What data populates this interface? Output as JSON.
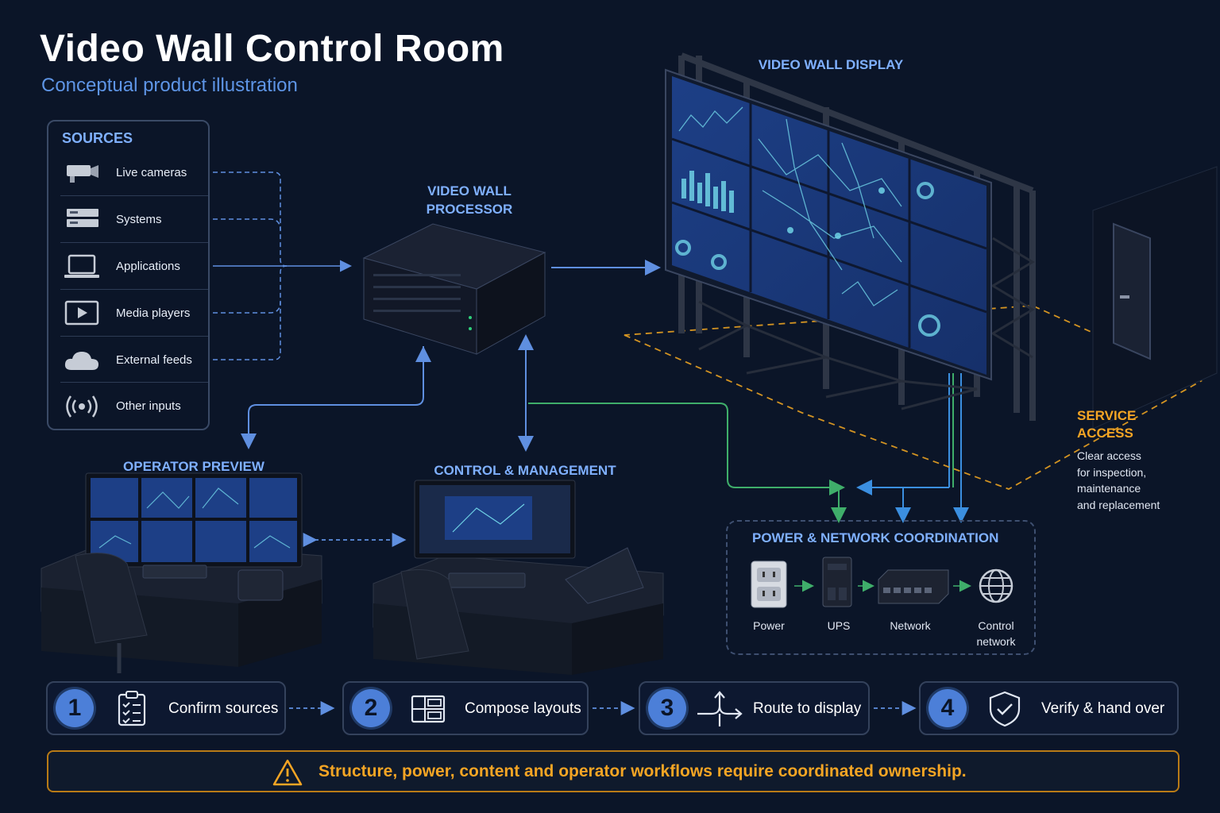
{
  "header": {
    "title": "Video Wall Control Room",
    "subtitle": "Conceptual product illustration"
  },
  "sources": {
    "heading": "SOURCES",
    "items": [
      {
        "label": "Live cameras",
        "icon": "camera-icon"
      },
      {
        "label": "Systems",
        "icon": "server-icon"
      },
      {
        "label": "Applications",
        "icon": "laptop-icon"
      },
      {
        "label": "Media players",
        "icon": "play-icon"
      },
      {
        "label": "External feeds",
        "icon": "cloud-icon"
      },
      {
        "label": "Other inputs",
        "icon": "broadcast-icon"
      }
    ]
  },
  "processor": {
    "label_line1": "VIDEO WALL",
    "label_line2": "PROCESSOR"
  },
  "wall": {
    "label": "VIDEO WALL DISPLAY"
  },
  "operator_preview": {
    "label": "OPERATOR PREVIEW"
  },
  "control": {
    "label": "CONTROL & MANAGEMENT"
  },
  "service": {
    "label_line1": "SERVICE",
    "label_line2": "ACCESS",
    "desc_lines": [
      "Clear access",
      "for inspection,",
      "maintenance",
      "and replacement"
    ]
  },
  "power_network": {
    "title": "POWER & NETWORK COORDINATION",
    "items": [
      {
        "label": "Power",
        "icon": "outlet-icon"
      },
      {
        "label": "UPS",
        "icon": "ups-icon"
      },
      {
        "label": "Network",
        "icon": "switch-icon"
      },
      {
        "label": "Control network",
        "label_line1": "Control",
        "label_line2": "network",
        "icon": "globe-icon"
      }
    ]
  },
  "steps": [
    {
      "num": "1",
      "label": "Confirm sources",
      "icon": "clipboard-icon"
    },
    {
      "num": "2",
      "label": "Compose layouts",
      "icon": "layout-icon"
    },
    {
      "num": "3",
      "label": "Route to display",
      "icon": "route-icon"
    },
    {
      "num": "4",
      "label": "Verify & hand over",
      "icon": "shield-check-icon"
    }
  ],
  "warning": {
    "text": "Structure, power, content and operator workflows require coordinated ownership.",
    "icon": "warning-icon"
  },
  "colors": {
    "background": "#0b1528",
    "accent_blue": "#7fb0ff",
    "step_circle": "#4c7fd8",
    "warning": "#f5a524",
    "link_green": "#3fae6a",
    "link_blue": "#3b8fe0"
  }
}
